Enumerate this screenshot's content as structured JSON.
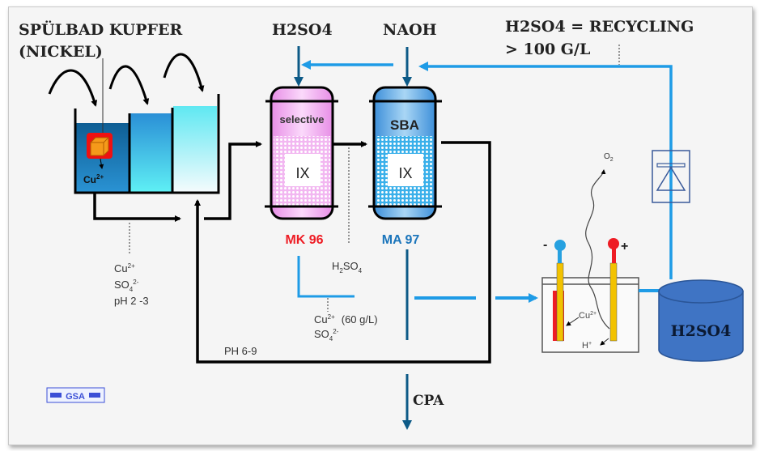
{
  "title": {
    "line1": "SPÜLBAD KUPFER",
    "line2": "(NICKEL)"
  },
  "reagents": {
    "acid_in": "H2SO4",
    "base_in": "NAOH"
  },
  "recycling": {
    "line1": "H2SO4 = RECYCLING",
    "line2": "> 100 G/L"
  },
  "rinse_tank": {
    "ion_label": "Cu",
    "ion_charge": "2+"
  },
  "column_mk": {
    "top_label": "selective",
    "core_label": "IX",
    "name": "MK 96",
    "color": "#ee1c24"
  },
  "column_ma": {
    "top_label": "SBA",
    "core_label": "IX",
    "name": "MA 97",
    "color": "#1b75bb"
  },
  "rinse_outflow": {
    "ion1": "Cu",
    "ion1_charge": "2+",
    "ion2": "SO",
    "ion2_sub": "4",
    "ion2_charge": "2-",
    "ph": "pH 2 -3"
  },
  "eluate": {
    "acid": "H",
    "acid_sub1": "2",
    "acid_mid": "SO",
    "acid_sub2": "4",
    "ion1": "Cu",
    "ion1_charge": "2+",
    "concentration": "(60 g/L)",
    "ion2": "SO",
    "ion2_sub": "4",
    "ion2_charge": "2-"
  },
  "return_loop": {
    "ph": "PH 6-9"
  },
  "electrolysis": {
    "cathode_sign": "-",
    "anode_sign": "+",
    "gas": "O",
    "gas_sub": "2",
    "cu_ion": "Cu",
    "cu_charge": "2+",
    "h_ion": "H",
    "h_charge": "+"
  },
  "acid_tank": {
    "label": "H2SO4"
  },
  "outflow": {
    "label": "CPA"
  },
  "logo": {
    "text": "GSA"
  },
  "colors": {
    "flow_blue": "#1e9be6",
    "dark_blue": "#0d5a87",
    "tank_blue": "#3f74c4",
    "black": "#000000"
  }
}
